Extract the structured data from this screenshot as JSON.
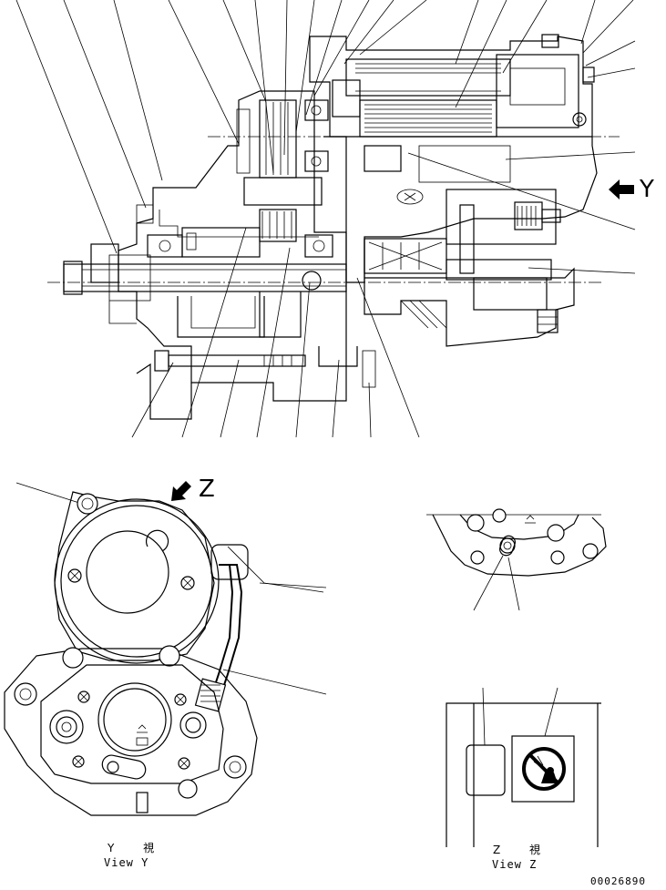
{
  "view_y_arrow": "Y",
  "view_z_arrow": "Z",
  "view_y_title_jp": "Y 視",
  "view_y_title_en": "View Y",
  "view_z_title_jp": "Z 視",
  "view_z_title_en": "View Z",
  "drawing_number": "00026890",
  "icons": {
    "direction_arrow": "bold-arrow-icon",
    "no_spray_label": "no-spray-prohibition-icon"
  }
}
